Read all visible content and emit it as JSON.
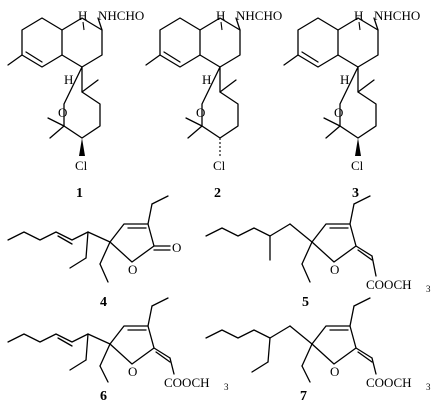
{
  "figure": {
    "compounds": [
      {
        "number": "1",
        "labels": {
          "h": "H",
          "sub": "NHCHO",
          "o": "O",
          "cl": "Cl",
          "h2": "H"
        }
      },
      {
        "number": "2",
        "labels": {
          "h": "H",
          "sub": "NHCHO",
          "o": "O",
          "cl": "Cl",
          "h2": "H"
        }
      },
      {
        "number": "3",
        "labels": {
          "h": "H",
          "sub": "NHCHO",
          "o": "O",
          "cl": "Cl",
          "h2": "H"
        }
      },
      {
        "number": "4",
        "labels": {
          "o_ring": "O",
          "o_carbonyl": "O"
        }
      },
      {
        "number": "5",
        "labels": {
          "o_ring": "O",
          "ester": "COOCH",
          "ester_sub": "3"
        }
      },
      {
        "number": "6",
        "labels": {
          "o_ring": "O",
          "ester": "COOCH",
          "ester_sub": "3"
        }
      },
      {
        "number": "7",
        "labels": {
          "o_ring": "O",
          "ester": "COOCH",
          "ester_sub": "3"
        }
      }
    ]
  }
}
